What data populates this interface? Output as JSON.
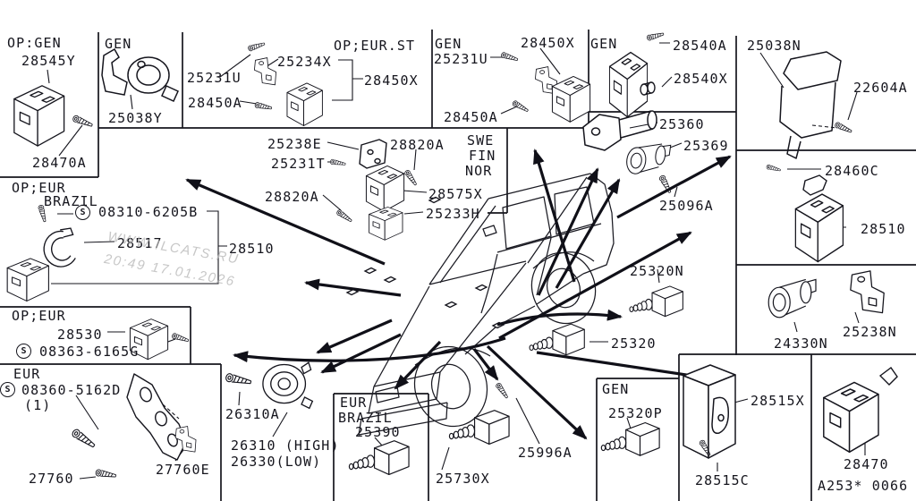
{
  "s_symbol": "S",
  "watermark": {
    "line1": "WWW.ILCATS.RU",
    "line2": "20:49 17.01.2026"
  },
  "footer": {
    "diagram_code": "A253* 0066"
  },
  "labels": [
    {
      "text": "OP:GEN"
    },
    {
      "text": "28545Y"
    },
    {
      "text": "28470A"
    },
    {
      "text": "GEN"
    },
    {
      "text": "25038Y"
    },
    {
      "text": "25231U"
    },
    {
      "text": "28450A"
    },
    {
      "text": "25234X"
    },
    {
      "text": "OP;EUR.ST"
    },
    {
      "text": "28450X"
    },
    {
      "text": "GEN"
    },
    {
      "text": "25231U"
    },
    {
      "text": "28450A"
    },
    {
      "text": "28450X"
    },
    {
      "text": "GEN"
    },
    {
      "text": "28540A"
    },
    {
      "text": "28540X"
    },
    {
      "text": "25038N"
    },
    {
      "text": "22604A"
    },
    {
      "text": "25360"
    },
    {
      "text": "25369"
    },
    {
      "text": "25096A"
    },
    {
      "text": "28460C"
    },
    {
      "text": "28510"
    },
    {
      "text": "25238E"
    },
    {
      "text": "25231T"
    },
    {
      "text": "28820A"
    },
    {
      "text": "SWE"
    },
    {
      "text": "FIN"
    },
    {
      "text": "NOR"
    },
    {
      "text": "28820A"
    },
    {
      "text": "28575X"
    },
    {
      "text": "25233H"
    },
    {
      "text": "OP;EUR"
    },
    {
      "text": "BRAZIL"
    },
    {
      "text": "08310-6205B"
    },
    {
      "text": "28517"
    },
    {
      "text": "28510"
    },
    {
      "text": "OP;EUR"
    },
    {
      "text": "28530"
    },
    {
      "text": "08363-6165G"
    },
    {
      "text": "EUR"
    },
    {
      "text": "08360-5162D"
    },
    {
      "text": "(1)"
    },
    {
      "text": "27760"
    },
    {
      "text": "27760E"
    },
    {
      "text": "26310A"
    },
    {
      "text": "26310 (HIGH)"
    },
    {
      "text": "26330(LOW)"
    },
    {
      "text": "EUR"
    },
    {
      "text": "BRAZIL"
    },
    {
      "text": "25390"
    },
    {
      "text": "25730X"
    },
    {
      "text": "25996A"
    },
    {
      "text": "25320N"
    },
    {
      "text": "25320"
    },
    {
      "text": "24330N"
    },
    {
      "text": "25238N"
    },
    {
      "text": "GEN"
    },
    {
      "text": "25320P"
    },
    {
      "text": "28515X"
    },
    {
      "text": "28515C"
    },
    {
      "text": "28470"
    },
    {
      "text": "A253* 0066"
    }
  ]
}
